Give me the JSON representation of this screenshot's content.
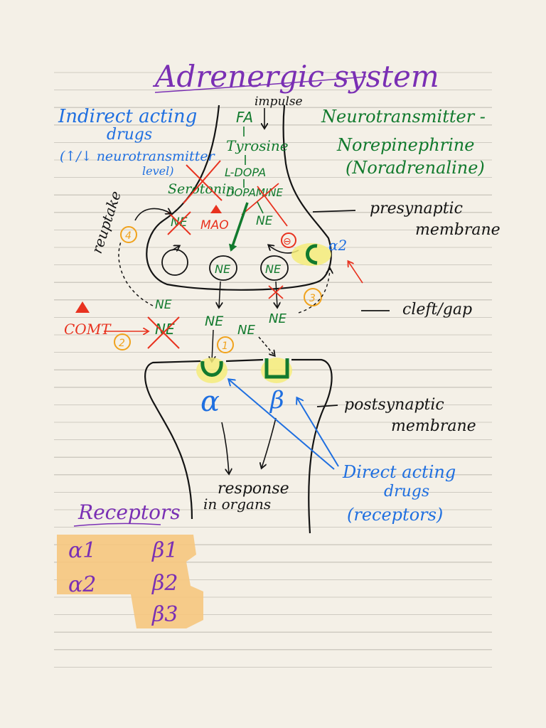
{
  "colors": {
    "ink": "#141414",
    "green": "#127a2e",
    "red": "#e8321f",
    "blue": "#1f6fe0",
    "purple": "#7a2fb4",
    "orange": "#f0a21c",
    "highlight_yellow": "#f4ec7a",
    "highlight_orange": "#f6c77e"
  },
  "title": "Adrenergic system",
  "presynaptic": {
    "impulse": "impulse",
    "fa": "FA",
    "tyrosine": "Tyrosine",
    "l_dopa": "L-DOPA",
    "dopamine": "DOPAMINE",
    "serotonin": "Serotonin",
    "mao": "MAO",
    "ne_vesicle_1": "NE",
    "ne_vesicle_2": "NE",
    "ne_crossed_1": "NE",
    "ne_crossed_2": "NE",
    "inhibition_symbol": "⊖",
    "alpha2_receptor": "α2"
  },
  "cleft": {
    "ne_left_top": "NE",
    "ne_left_crossed": "NE",
    "ne_center": "NE",
    "ne_center_right": "NE",
    "ne_right": "NE",
    "comt": "COMT",
    "marker_1": "1",
    "marker_2": "2",
    "marker_3": "3",
    "marker_4": "4",
    "reuptake": "reuptake"
  },
  "postsynaptic": {
    "alpha": "α",
    "beta": "β",
    "response_line1": "response",
    "response_line2": "in organs"
  },
  "annotations": {
    "indirect_line1": "Indirect acting",
    "indirect_line2": "drugs",
    "indirect_line3": "(↑/↓ neurotransmitter",
    "indirect_line4": "level)",
    "neurotransmitter_line1": "Neurotransmitter -",
    "neurotransmitter_line2": "Norepinephrine",
    "neurotransmitter_line3": "(Noradrenaline)",
    "presynaptic_line1": "presynaptic",
    "presynaptic_line2": "membrane",
    "cleft_gap": "cleft/gap",
    "postsynaptic_line1": "postsynaptic",
    "postsynaptic_line2": "membrane",
    "direct_line1": "Direct acting",
    "direct_line2": "drugs",
    "direct_line3": "(receptors)"
  },
  "receptors": {
    "heading": "Receptors",
    "alpha1": "α1",
    "alpha2": "α2",
    "beta1": "β1",
    "beta2": "β2",
    "beta3": "β3"
  }
}
